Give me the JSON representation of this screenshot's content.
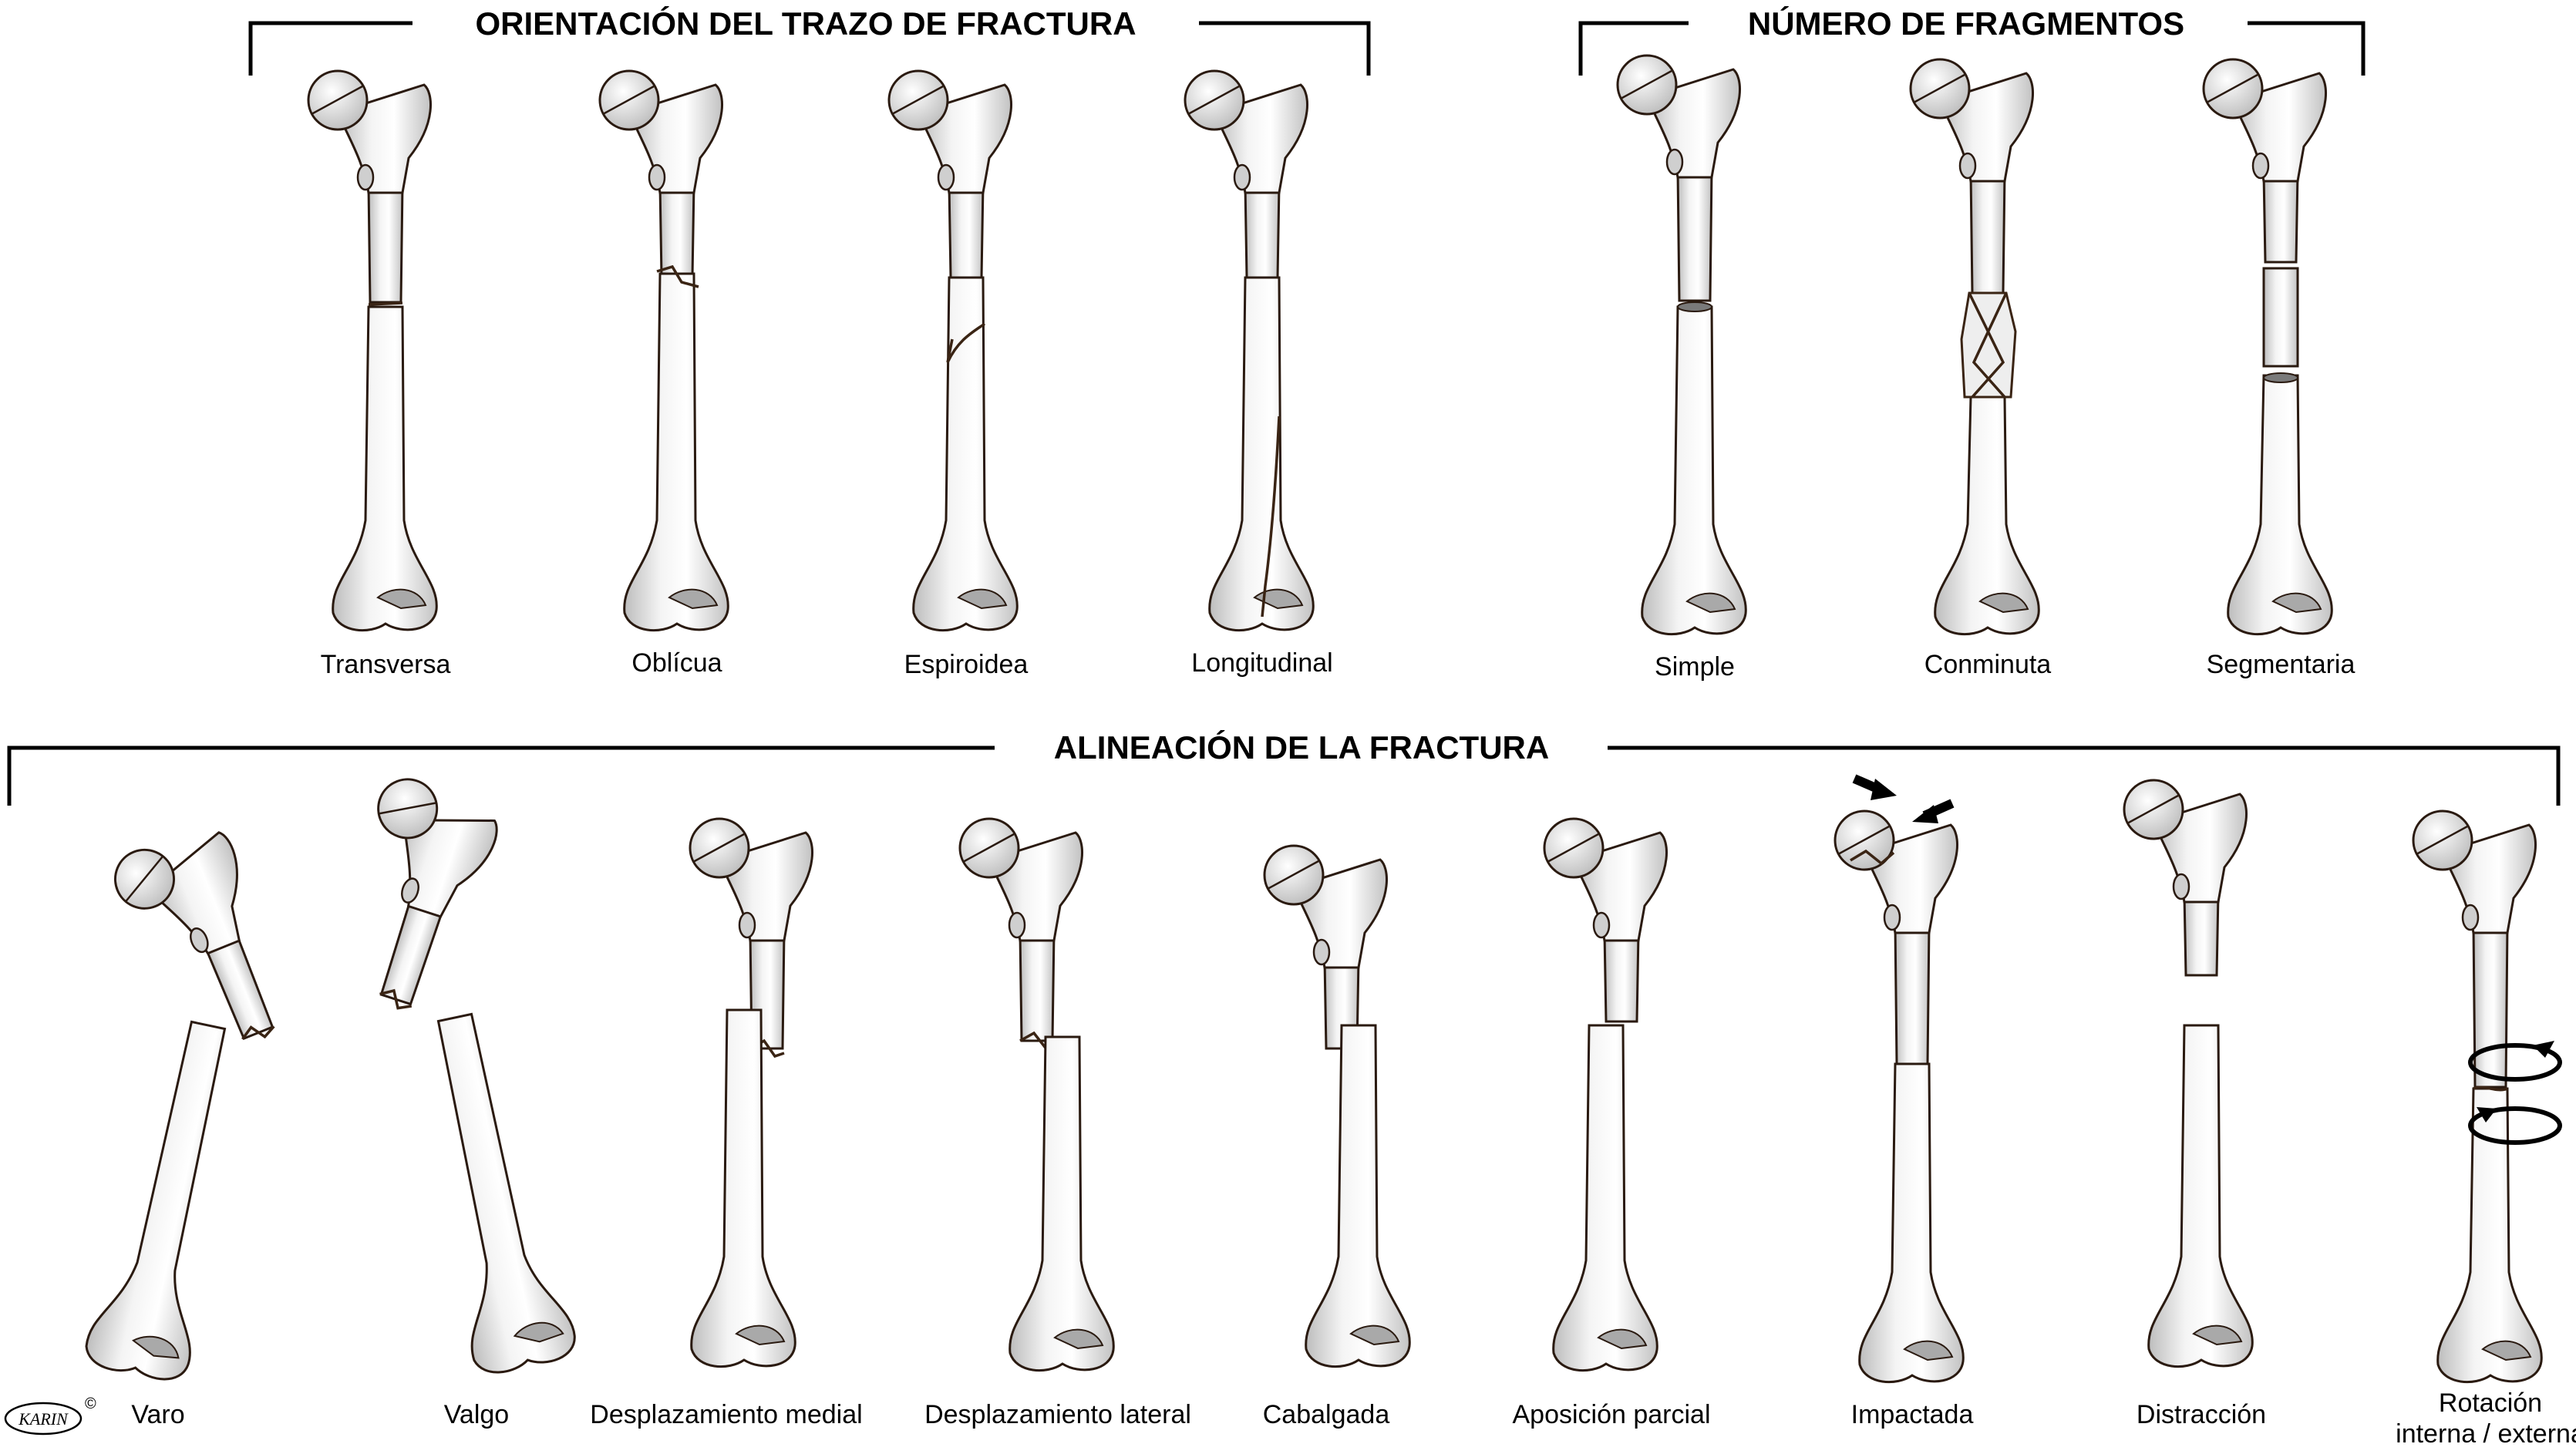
{
  "sections": {
    "orientation": {
      "title": "ORIENTACIÓN DEL TRAZO DE FRACTURA",
      "items": [
        "Transversa",
        "Oblícua",
        "Espiroidea",
        "Longitudinal"
      ]
    },
    "fragments": {
      "title": "NÚMERO DE FRAGMENTOS",
      "items": [
        "Simple",
        "Conminuta",
        "Segmentaria"
      ]
    },
    "alignment": {
      "title": "ALINEACIÓN DE LA FRACTURA",
      "items": [
        "Varo",
        "Valgo",
        "Desplazamiento  medial",
        "Desplazamiento  lateral",
        "Cabalgada",
        "Aposición parcial",
        "Impactada",
        "Distracción"
      ],
      "rotation_line1": "Rotación",
      "rotation_line2": "interna / externa"
    }
  },
  "signature": {
    "text": "KARIN",
    "mark": "©"
  },
  "colors": {
    "bone_fill": "#e9e9e9",
    "bone_stroke": "#2a1a10",
    "fracture_line": "#3a2414",
    "bracket": "#000000"
  }
}
